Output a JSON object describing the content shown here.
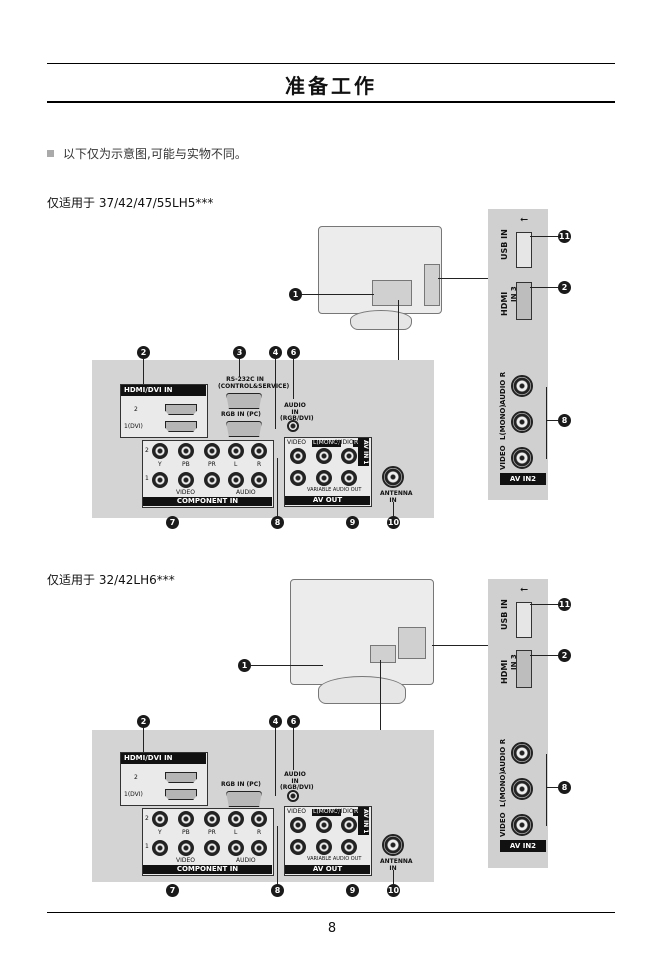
{
  "header": {
    "title": "准备工作"
  },
  "note": "以下仅为示意图,可能与实物不同。",
  "section1": {
    "label": "仅适用于 37/42/47/55LH5***",
    "panel": {
      "hdmi_logo": "HDMI",
      "hdmi_dvi_in": "/DVI IN",
      "hdmi_port_2": "2",
      "hdmi_port_1": "1(DVI)",
      "rs232c_label": "RS-232C IN (CONTROL&SERVICE)",
      "rgb_in_label": "RGB IN (PC)",
      "audio_in_label": "AUDIO IN (RGB/DVI)",
      "comp_rows": [
        "2",
        "1"
      ],
      "comp_cols": [
        "Y",
        "PB",
        "PR",
        "L",
        "R"
      ],
      "video_label": "VIDEO",
      "audio_label": "AUDIO",
      "component_in": "COMPONENT IN",
      "av_in1": "AV IN 1",
      "av_in1_cols": [
        "VIDEO",
        "L(MONO)",
        "AUDIO",
        "R"
      ],
      "variable_audio_out": "VARIABLE AUDIO OUT",
      "av_out": "AV OUT",
      "antenna_in": "ANTENNA IN"
    },
    "side": {
      "usb_in": "USB IN",
      "hdmi_in3": "IN 3",
      "audio_r": "AUDIO R",
      "l_mono": "L(MONO)",
      "video": "VIDEO",
      "av_in2": "AV IN2"
    },
    "callouts": [
      "1",
      "2",
      "3",
      "4",
      "6",
      "7",
      "8",
      "9",
      "10",
      "11",
      "2",
      "8"
    ]
  },
  "section2": {
    "label": "仅适用于 32/42LH6***",
    "panel": {
      "hdmi_logo": "HDMI",
      "hdmi_dvi_in": "/DVI IN",
      "hdmi_port_2": "2",
      "hdmi_port_1": "1(DVI)",
      "rgb_in_label": "RGB IN (PC)",
      "audio_in_label": "AUDIO IN (RGB/DVI)",
      "comp_rows": [
        "2",
        "1"
      ],
      "comp_cols": [
        "Y",
        "PB",
        "PR",
        "L",
        "R"
      ],
      "video_label": "VIDEO",
      "audio_label": "AUDIO",
      "component_in": "COMPONENT IN",
      "av_in1": "AV IN 1",
      "av_in1_cols": [
        "VIDEO",
        "L(MONO)",
        "AUDIO",
        "R"
      ],
      "variable_audio_out": "VARIABLE AUDIO OUT",
      "av_out": "AV OUT",
      "antenna_in": "ANTENNA IN"
    },
    "side": {
      "usb_in": "USB IN",
      "hdmi_in3": "IN 3",
      "audio_r": "AUDIO R",
      "l_mono": "L(MONO)",
      "video": "VIDEO",
      "av_in2": "AV IN2"
    },
    "callouts": [
      "1",
      "2",
      "4",
      "6",
      "7",
      "8",
      "9",
      "10",
      "11",
      "2",
      "8"
    ]
  },
  "footer": {
    "page_number": "8"
  }
}
